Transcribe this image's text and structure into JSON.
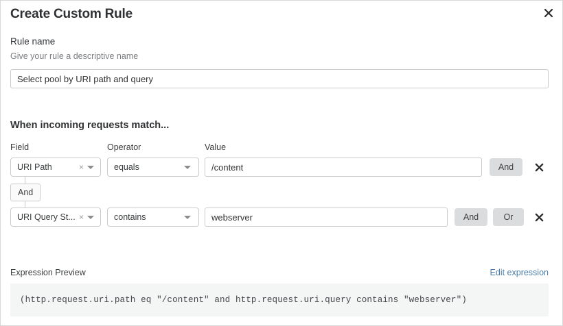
{
  "dialog": {
    "title": "Create Custom Rule",
    "close_icon": "close-icon"
  },
  "rule_name": {
    "label": "Rule name",
    "help": "Give your rule a descriptive name",
    "value": "Select pool by URI path and query",
    "placeholder": "Select pool by URI path and query"
  },
  "conditions": {
    "heading": "When incoming requests match...",
    "columns": {
      "field": "Field",
      "operator": "Operator",
      "value": "Value"
    },
    "connector": {
      "label": "And"
    },
    "rows": [
      {
        "field": "URI Path",
        "clear_icon": "clear-x-icon",
        "caret_icon": "chevron-down-icon",
        "operator": "equals",
        "value": "/content",
        "value_placeholder": "/content",
        "and_label": "And",
        "delete_icon": "delete-icon"
      },
      {
        "field": "URI Query St...",
        "clear_icon": "clear-x-icon",
        "caret_icon": "chevron-down-icon",
        "operator": "contains",
        "value": "webserver",
        "value_placeholder": "webserver",
        "and_label": "And",
        "or_label": "Or",
        "delete_icon": "delete-icon"
      }
    ]
  },
  "preview": {
    "label": "Expression Preview",
    "edit_link": "Edit expression",
    "expression": "(http.request.uri.path eq \"/content\" and http.request.uri.query contains \"webserver\")"
  },
  "colors": {
    "link": "#4a7ea8",
    "button_gray": "#dbdcdd",
    "border": "#c9cbcd",
    "preview_bg": "#f4f5f5"
  }
}
